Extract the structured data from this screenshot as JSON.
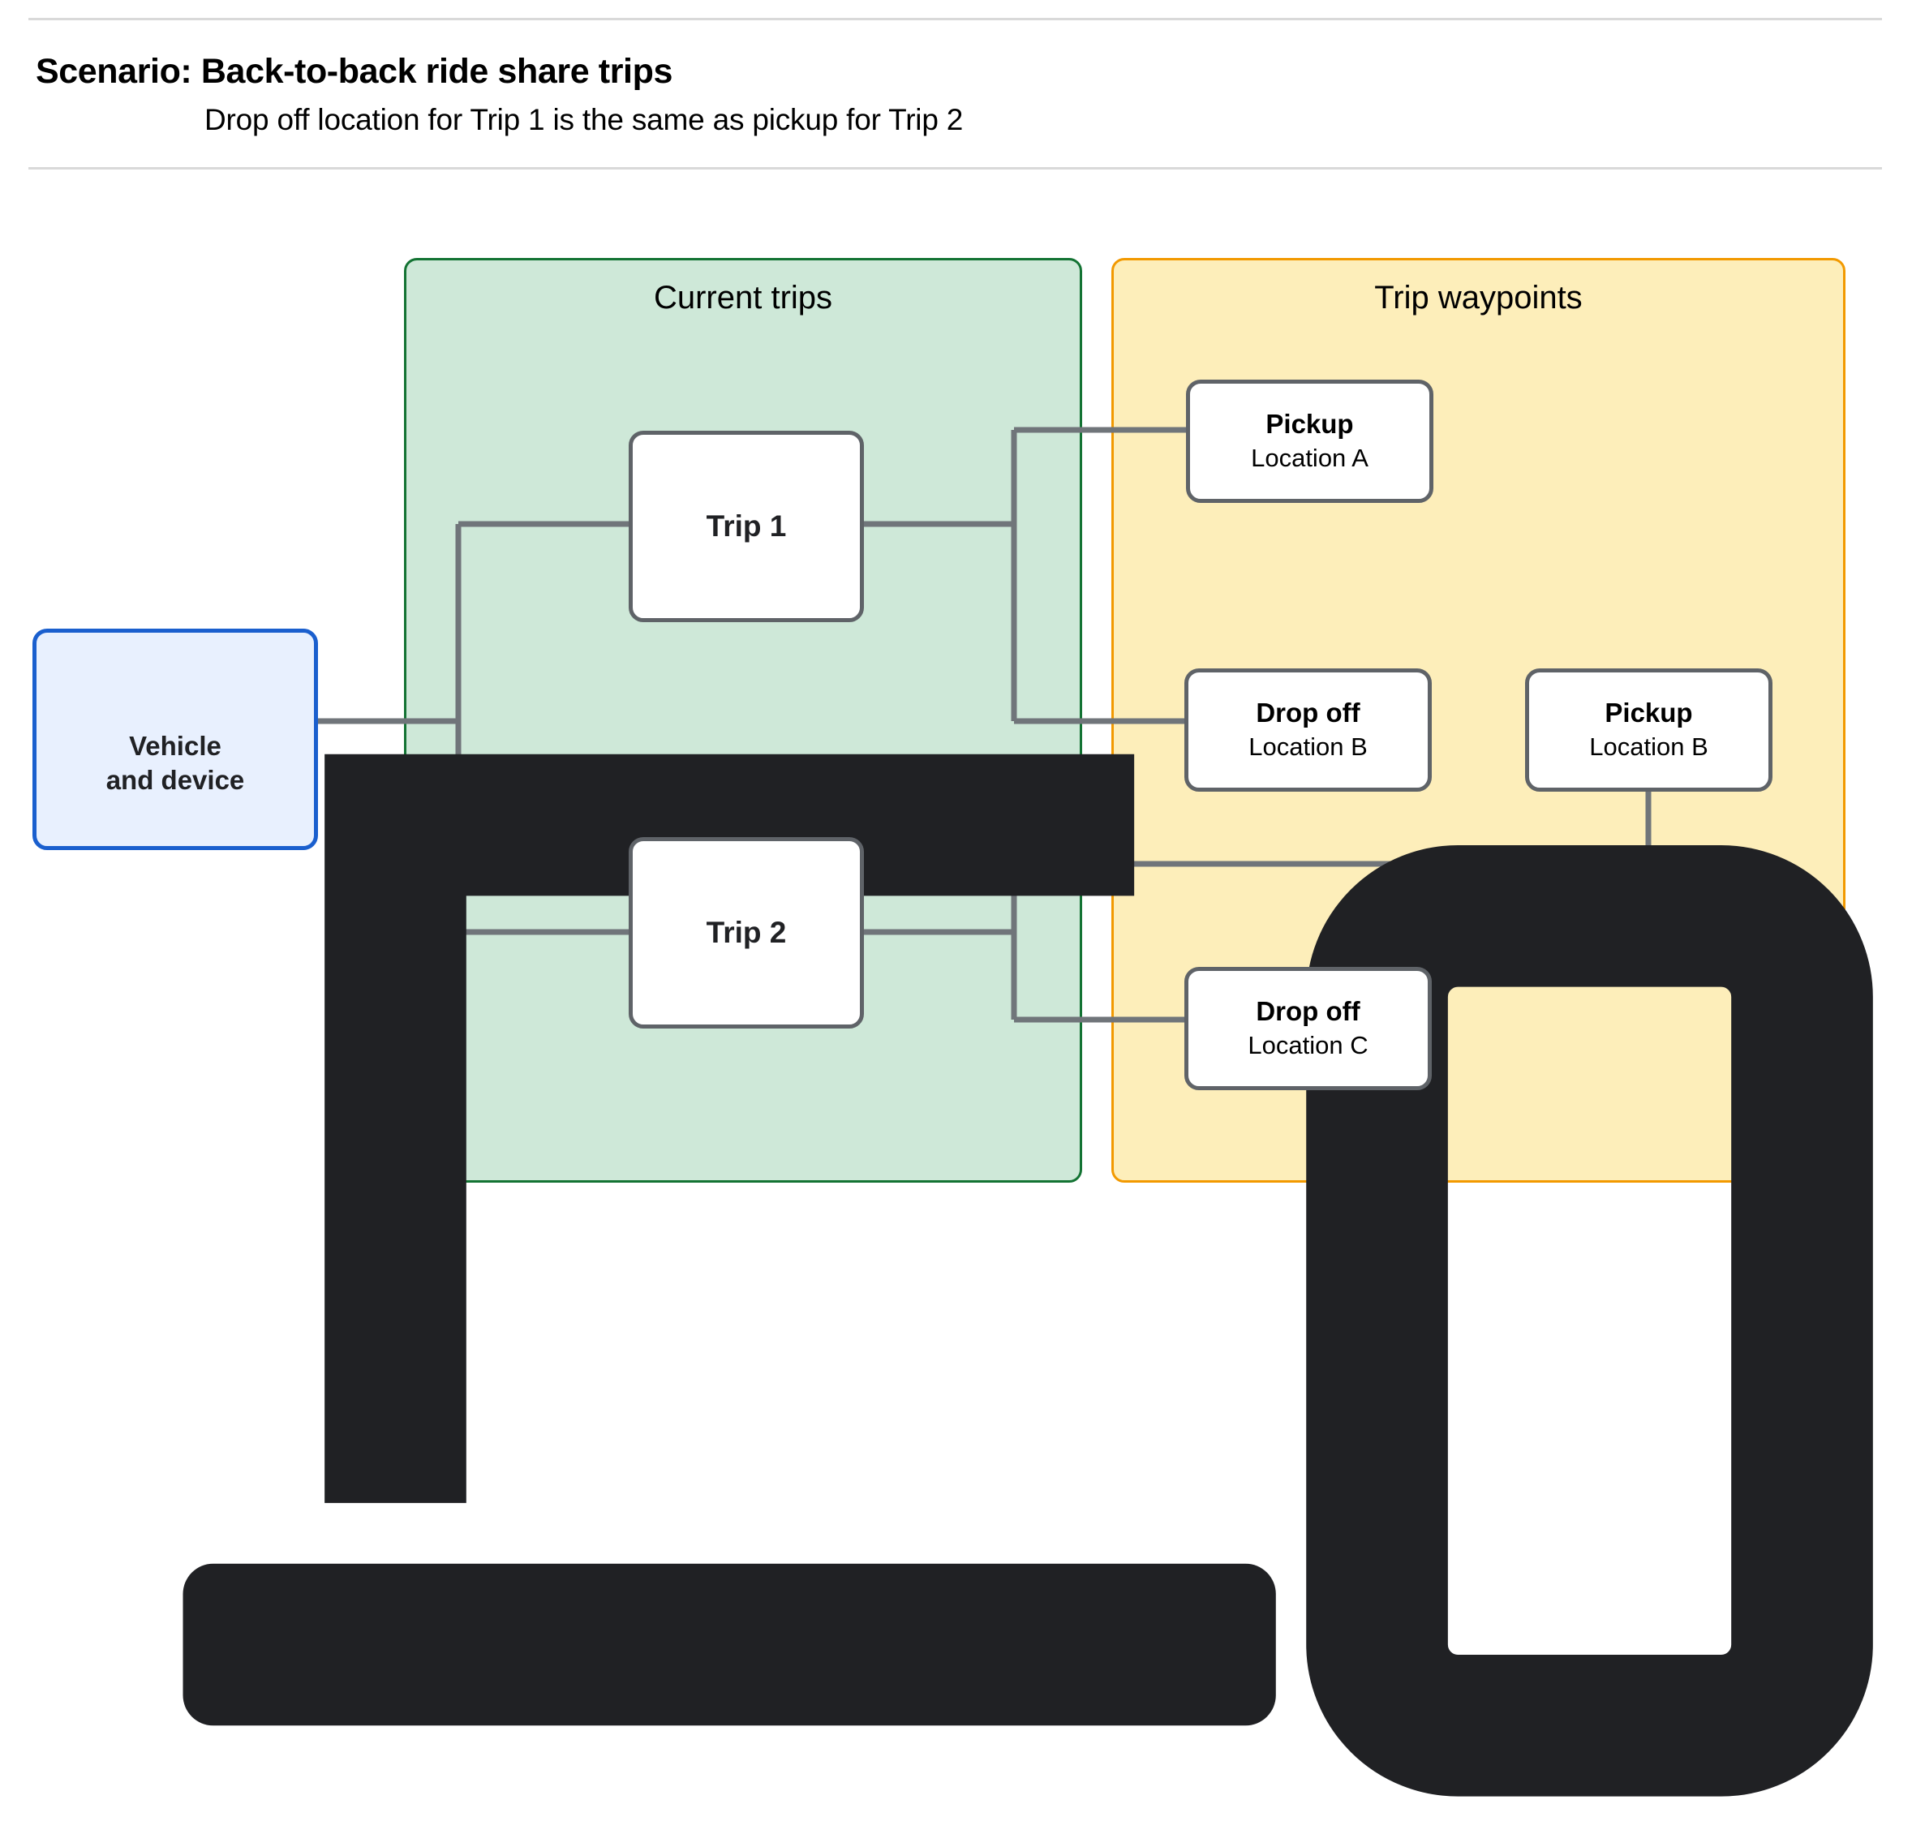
{
  "header": {
    "title": "Scenario: Back-to-back ride share trips",
    "subtitle": "Drop off  location for Trip 1 is the same as pickup for Trip 2"
  },
  "groups": {
    "current_trips": {
      "title": "Current trips",
      "fill": "#cee8d8",
      "border": "#137333"
    },
    "trip_waypoints": {
      "title": "Trip waypoints",
      "fill": "#fdeeba",
      "border": "#f29900"
    }
  },
  "nodes": {
    "vehicle": {
      "label": "Vehicle\nand device",
      "icon": "laptop-and-phone-icon",
      "fill": "#e8f0fe",
      "border": "#1a5fce"
    },
    "trip1": {
      "label": "Trip 1"
    },
    "trip2": {
      "label": "Trip 2"
    },
    "pickup_a": {
      "title": "Pickup",
      "sub": "Location A"
    },
    "dropoff_b": {
      "title": "Drop off",
      "sub": "Location B"
    },
    "pickup_b": {
      "title": "Pickup",
      "sub": "Location B"
    },
    "dropoff_c": {
      "title": "Drop off",
      "sub": "Location C"
    }
  },
  "connector_color": "#70757a"
}
